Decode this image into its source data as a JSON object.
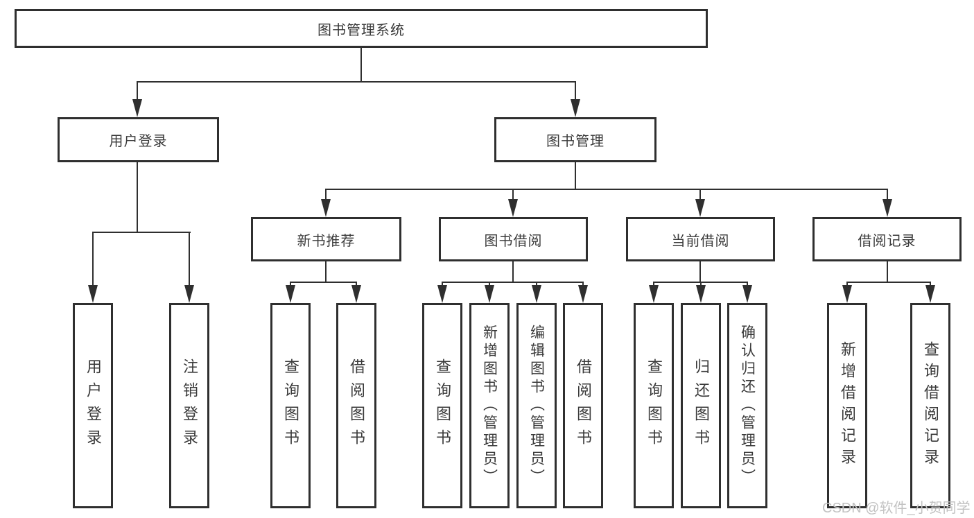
{
  "colors": {
    "line": "#2f2f2f",
    "text": "#3a3a3a",
    "watermark": "#c2c2c2"
  },
  "tree": {
    "label": "图书管理系统",
    "children": [
      {
        "label": "用户登录",
        "children": [
          {
            "label": "用户登录"
          },
          {
            "label": "注销登录"
          }
        ]
      },
      {
        "label": "图书管理",
        "children": [
          {
            "label": "新书推荐",
            "children": [
              {
                "label": "查询图书"
              },
              {
                "label": "借阅图书"
              }
            ]
          },
          {
            "label": "图书借阅",
            "children": [
              {
                "label": "查询图书"
              },
              {
                "label": "新增图书（管理员）"
              },
              {
                "label": "编辑图书（管理员）"
              },
              {
                "label": "借阅图书"
              }
            ]
          },
          {
            "label": "当前借阅",
            "children": [
              {
                "label": "查询图书"
              },
              {
                "label": "归还图书"
              },
              {
                "label": "确认归还（管理员）"
              }
            ]
          },
          {
            "label": "借阅记录",
            "children": [
              {
                "label": "新增借阅记录"
              },
              {
                "label": "查询借阅记录"
              }
            ]
          }
        ]
      }
    ]
  },
  "watermark": "CSDN @软件_小贺同学"
}
